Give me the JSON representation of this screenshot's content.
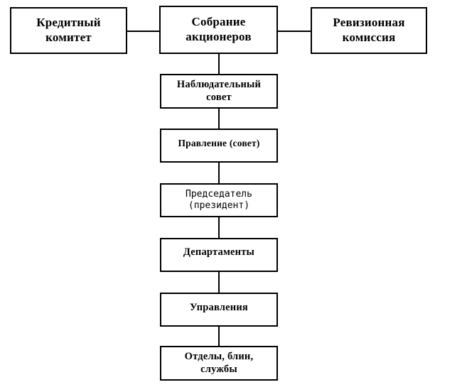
{
  "diagram": {
    "title_text": "",
    "background_color": "#ffffff",
    "line_color": "#000000",
    "nodes": {
      "credit_committee": {
        "label": "Кредитный\nкомитет"
      },
      "shareholders_meeting": {
        "label": "Собрание\nакционеров"
      },
      "audit_commission": {
        "label": "Ревизионная\nкомиссия"
      },
      "supervisory_board": {
        "label": "Наблюдательный\nсовет"
      },
      "management_board": {
        "label": "Правление (совет)"
      },
      "chairman": {
        "label": "Председатель\n(президент)"
      },
      "departments": {
        "label": "Департаменты"
      },
      "directorates": {
        "label": "Управления"
      },
      "divisions": {
        "label": "Отделы, блин,\nслужбы"
      }
    },
    "connectors": [
      {
        "name": "credit-committee-to-meeting",
        "orientation": "horizontal"
      },
      {
        "name": "meeting-to-audit-commission",
        "orientation": "horizontal"
      },
      {
        "name": "meeting-to-supervisory-board",
        "orientation": "vertical"
      },
      {
        "name": "supervisory-board-to-management-board",
        "orientation": "vertical"
      },
      {
        "name": "management-board-to-chairman",
        "orientation": "vertical"
      },
      {
        "name": "chairman-to-departments",
        "orientation": "vertical"
      },
      {
        "name": "departments-to-directorates",
        "orientation": "vertical"
      },
      {
        "name": "directorates-to-divisions",
        "orientation": "vertical"
      }
    ]
  }
}
